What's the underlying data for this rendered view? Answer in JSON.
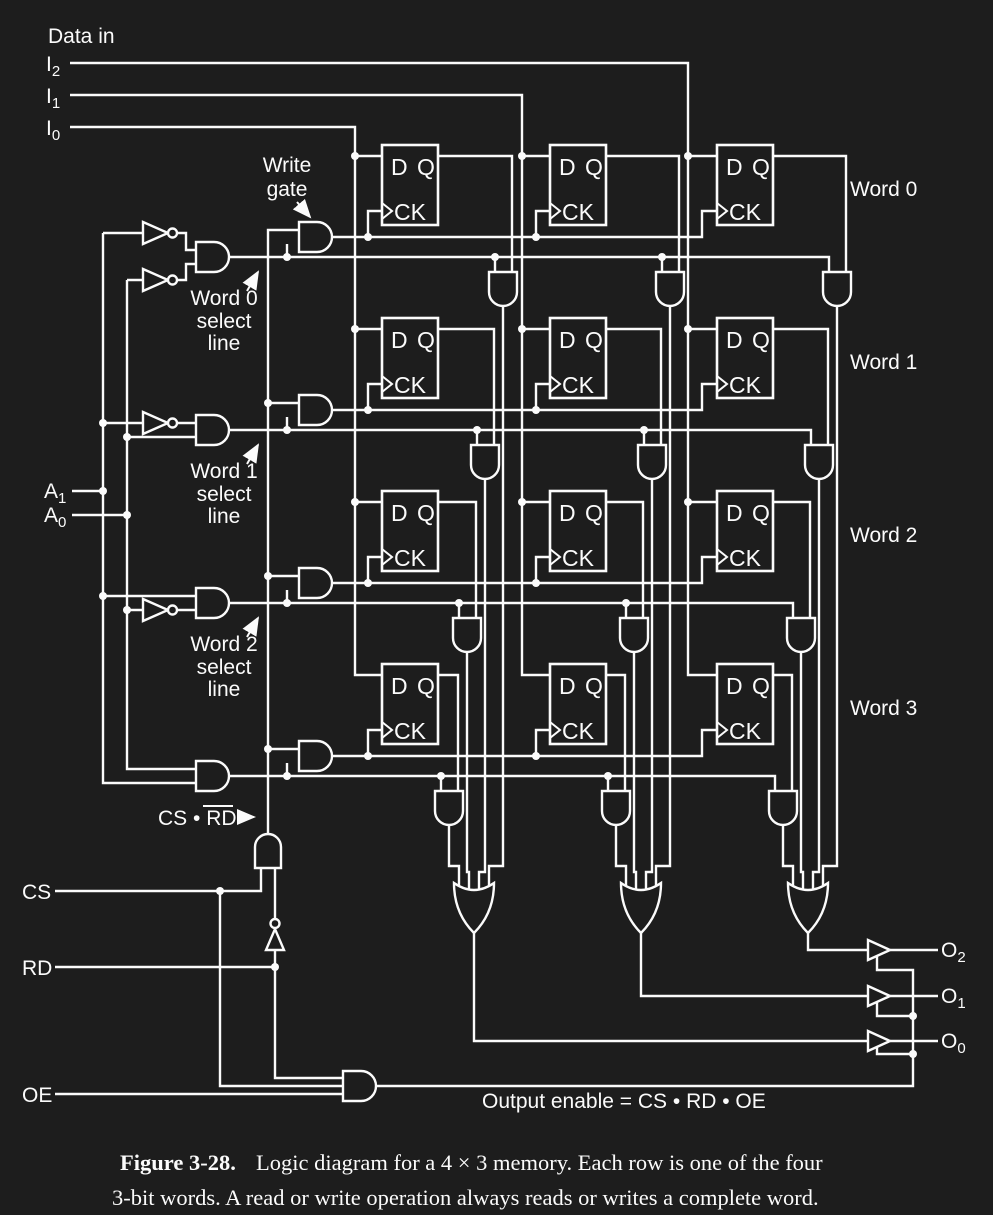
{
  "figure": {
    "data_in": "Data in",
    "inputs": [
      {
        "base": "I",
        "sub": "2"
      },
      {
        "base": "I",
        "sub": "1"
      },
      {
        "base": "I",
        "sub": "0"
      }
    ],
    "write_gate": {
      "line1": "Write",
      "line2": "gate"
    },
    "select_labels": [
      [
        "Word 0",
        "select",
        "line"
      ],
      [
        "Word 1",
        "select",
        "line"
      ],
      [
        "Word 2",
        "select",
        "line"
      ]
    ],
    "address": [
      {
        "base": "A",
        "sub": "1"
      },
      {
        "base": "A",
        "sub": "0"
      }
    ],
    "cs_rd": {
      "cs": "CS • ",
      "rd": "RD"
    },
    "word_labels": [
      "Word 0",
      "Word 1",
      "Word 2",
      "Word 3"
    ],
    "ff": {
      "d": "D",
      "q": "Q",
      "ck": "CK"
    },
    "cs": "CS",
    "rd": "RD",
    "oe": "OE",
    "output_enable": "Output enable = CS • RD • OE",
    "outputs": [
      {
        "base": "O",
        "sub": "2"
      },
      {
        "base": "O",
        "sub": "1"
      },
      {
        "base": "O",
        "sub": "0"
      }
    ]
  },
  "caption": {
    "lead": "Figure 3-28.",
    "line1": "Logic diagram for a 4 × 3 memory.  Each row is one of the four",
    "line2": "3-bit words.  A read or write operation always reads or writes a complete word."
  },
  "colors": {
    "background": "#1d1d1d",
    "stroke": "#fbfbfb"
  }
}
